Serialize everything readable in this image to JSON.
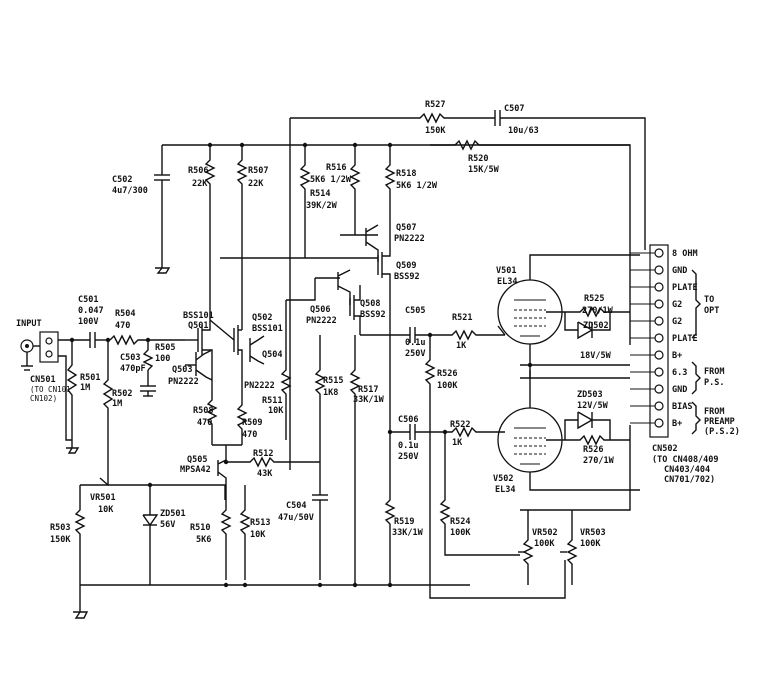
{
  "input": {
    "label": "INPUT",
    "connector": "CN501",
    "note1": "(TO CN101",
    "note2": "CN102)"
  },
  "parts": {
    "c501": {
      "ref": "C501",
      "v1": "0.047",
      "v2": "100V"
    },
    "r504": {
      "ref": "R504",
      "v1": "470"
    },
    "r505": {
      "ref": "R505",
      "v1": "100"
    },
    "c503": {
      "ref": "C503",
      "v1": "470pF"
    },
    "r501": {
      "ref": "R501",
      "v1": "1M"
    },
    "r502": {
      "ref": "R502",
      "v1": "1M"
    },
    "c502": {
      "ref": "C502",
      "v1": "4u7/300"
    },
    "r506": {
      "ref": "R506",
      "v1": "22K"
    },
    "r507": {
      "ref": "R507",
      "v1": "22K"
    },
    "q501": {
      "ref": "BSS101",
      "v1": "Q501"
    },
    "q502": {
      "ref": "Q502",
      "v1": "BSS101"
    },
    "q503": {
      "ref": "Q503",
      "v1": "PN2222"
    },
    "q504": {
      "ref": "Q504",
      "v1": "PN2222"
    },
    "r508": {
      "ref": "R508",
      "v1": "470"
    },
    "r509": {
      "ref": "R509",
      "v1": "470"
    },
    "r511": {
      "ref": "R511",
      "v1": "10K"
    },
    "q505": {
      "ref": "Q505",
      "v1": "MPSA42"
    },
    "r512": {
      "ref": "R512",
      "v1": "43K"
    },
    "vr501": {
      "ref": "VR501",
      "v1": "10K"
    },
    "zd501": {
      "ref": "ZD501",
      "v1": "56V"
    },
    "r503": {
      "ref": "R503",
      "v1": "150K"
    },
    "r510": {
      "ref": "R510",
      "v1": "5K6"
    },
    "r513": {
      "ref": "R513",
      "v1": "10K"
    },
    "c504": {
      "ref": "C504",
      "v1": "47u/50V"
    },
    "r516": {
      "ref": "R516",
      "v1": "5K6 1/2W"
    },
    "r514": {
      "ref": "R514",
      "v1": "39K/2W"
    },
    "r518": {
      "ref": "R518",
      "v1": "5K6 1/2W"
    },
    "q507": {
      "ref": "Q507",
      "v1": "PN2222"
    },
    "q509": {
      "ref": "Q509",
      "v1": "BSS92"
    },
    "q506": {
      "ref": "Q506",
      "v1": "PN2222"
    },
    "q508": {
      "ref": "Q508",
      "v1": "BSS92"
    },
    "r515": {
      "ref": "R515",
      "v1": "1K8"
    },
    "r517": {
      "ref": "R517",
      "v1": "33K/1W"
    },
    "r527": {
      "ref": "R527",
      "v1": "150K"
    },
    "c507": {
      "ref": "C507",
      "v1": "10u/63"
    },
    "r520": {
      "ref": "R520",
      "v1": "15K/5W"
    },
    "c505": {
      "ref": "C505",
      "v1": "0.1u",
      "v2": "250V"
    },
    "r521": {
      "ref": "R521",
      "v1": "1K"
    },
    "r526": {
      "ref": "R526",
      "v1": "100K"
    },
    "c506": {
      "ref": "C506",
      "v1": "0.1u",
      "v2": "250V"
    },
    "r522": {
      "ref": "R522",
      "v1": "1K"
    },
    "r519": {
      "ref": "R519",
      "v1": "33K/1W"
    },
    "r524": {
      "ref": "R524",
      "v1": "100K"
    },
    "vr502": {
      "ref": "VR502",
      "v1": "100K"
    },
    "vr503": {
      "ref": "VR503",
      "v1": "100K"
    },
    "v501": {
      "ref": "V501",
      "v1": "EL34"
    },
    "v502": {
      "ref": "V502",
      "v1": "EL34"
    },
    "r525": {
      "ref": "R525",
      "v1": "270/1W"
    },
    "zd502": {
      "ref": "ZD502",
      "v1": "18V/5W"
    },
    "zd503": {
      "ref": "ZD503",
      "v1": "12V/5W"
    },
    "r526b": {
      "ref": "R526",
      "v1": "270/1W"
    }
  },
  "cn502": {
    "pins": [
      "8 OHM",
      "GND",
      "PLATE",
      "G2",
      "G2",
      "PLATE",
      "B+",
      "6.3",
      "GND",
      "BIAS",
      "B+"
    ],
    "group1": [
      "TO",
      "OPT"
    ],
    "group2": [
      "FROM",
      "P.S."
    ],
    "group3": [
      "FROM",
      "PREAMP",
      "(P.S.2)"
    ],
    "ref": "CN502",
    "notes": [
      "(TO CN408/409",
      "CN403/404",
      "CN701/702)"
    ]
  }
}
